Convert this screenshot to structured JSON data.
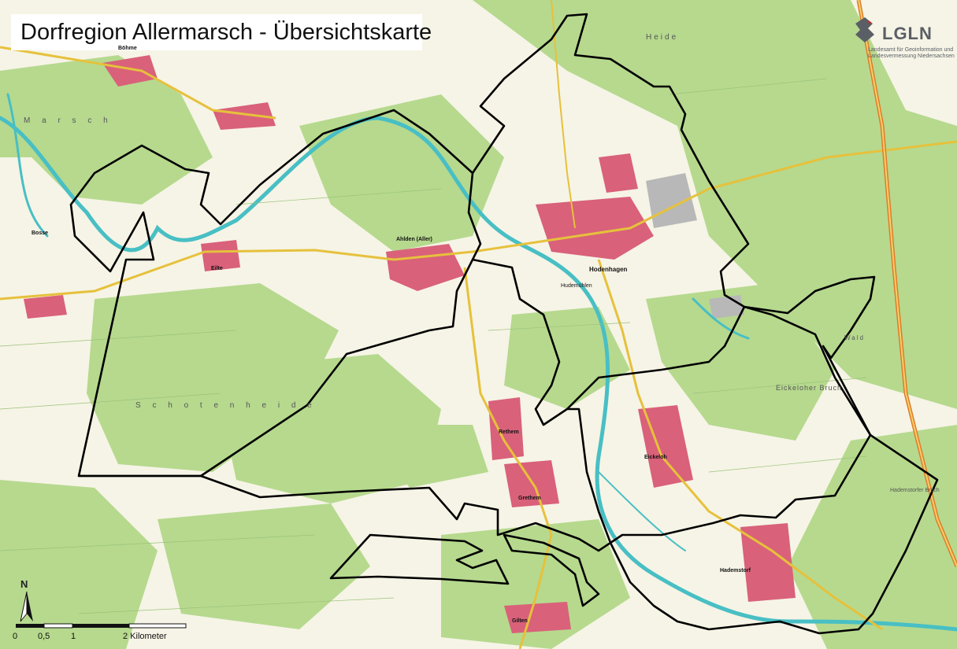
{
  "title": "Dorfregion Allermarsch - Übersichtskarte",
  "logo": {
    "name": "LGLN",
    "subtitle": "Landesamt für Geoinformation und Landesvermessung Niedersachsen"
  },
  "north_arrow": "N",
  "scale_bar": {
    "labels": [
      "0",
      "0,5",
      "1",
      "2 Kilometer"
    ]
  },
  "places": {
    "boehme": "Böhme",
    "bosse": "Bosse",
    "eilte": "Eilte",
    "ahlden": "Ahlden (Aller)",
    "hodenhagen": "Hodenhagen",
    "hudemuehlen": "Hudemühlen",
    "rethem": "Rethem",
    "grethem": "Grethem",
    "eickeloh": "Eickeloh",
    "hademstorf": "Hademstorf",
    "gilten": "Gilten"
  },
  "areas": {
    "marsch": "M a r s c h",
    "schotenheide": "S c h o t e n h e i d e",
    "heide_north": "Heide",
    "eickeloher_bruch": "Eickeloher Bruch",
    "hademstorfer_bruch": "Hademstorfer Bruch",
    "wald": "Wald"
  },
  "colors": {
    "forest": "#b6d98e",
    "open_land": "#f6f4e6",
    "settlement": "#d9617a",
    "water": "#48bfc4",
    "boundary": "#000000",
    "road": "#e6c13c"
  }
}
